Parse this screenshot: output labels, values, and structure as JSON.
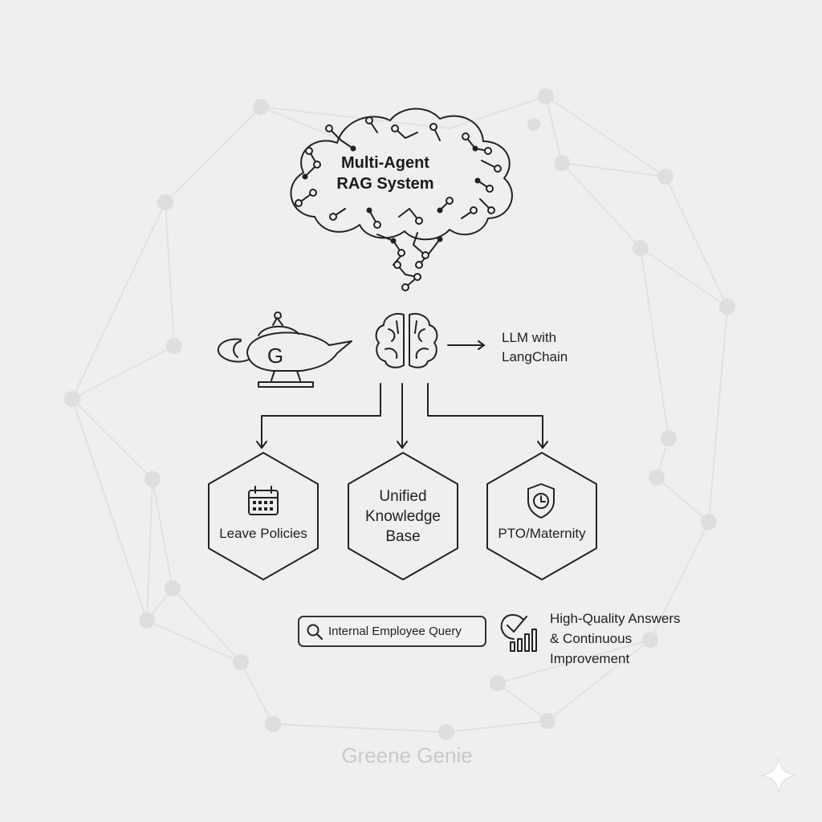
{
  "cloud": {
    "title_line1": "Multi-Agent",
    "title_line2": "RAG System"
  },
  "llm": {
    "line1": "LLM with",
    "line2": "LangChain"
  },
  "lamp": {
    "letter": "G"
  },
  "nodes": [
    {
      "line1": "Leave Policies",
      "icon": "calendar-icon"
    },
    {
      "line1": "Unified",
      "line2": "Knowledge",
      "line3": "Base"
    },
    {
      "line1": "PTO/Maternity",
      "icon": "shield-clock-icon"
    }
  ],
  "query": {
    "label": "Internal Employee Query",
    "icon": "search-icon"
  },
  "answers": {
    "line1": "High-Quality Answers",
    "line2": "& Continuous",
    "line3": "Improvement",
    "icon": "check-chart-icon"
  },
  "brand": {
    "name": "Greene Genie"
  },
  "colors": {
    "background": "#efefef",
    "stroke": "#222222",
    "network": "#e0e0e0"
  }
}
